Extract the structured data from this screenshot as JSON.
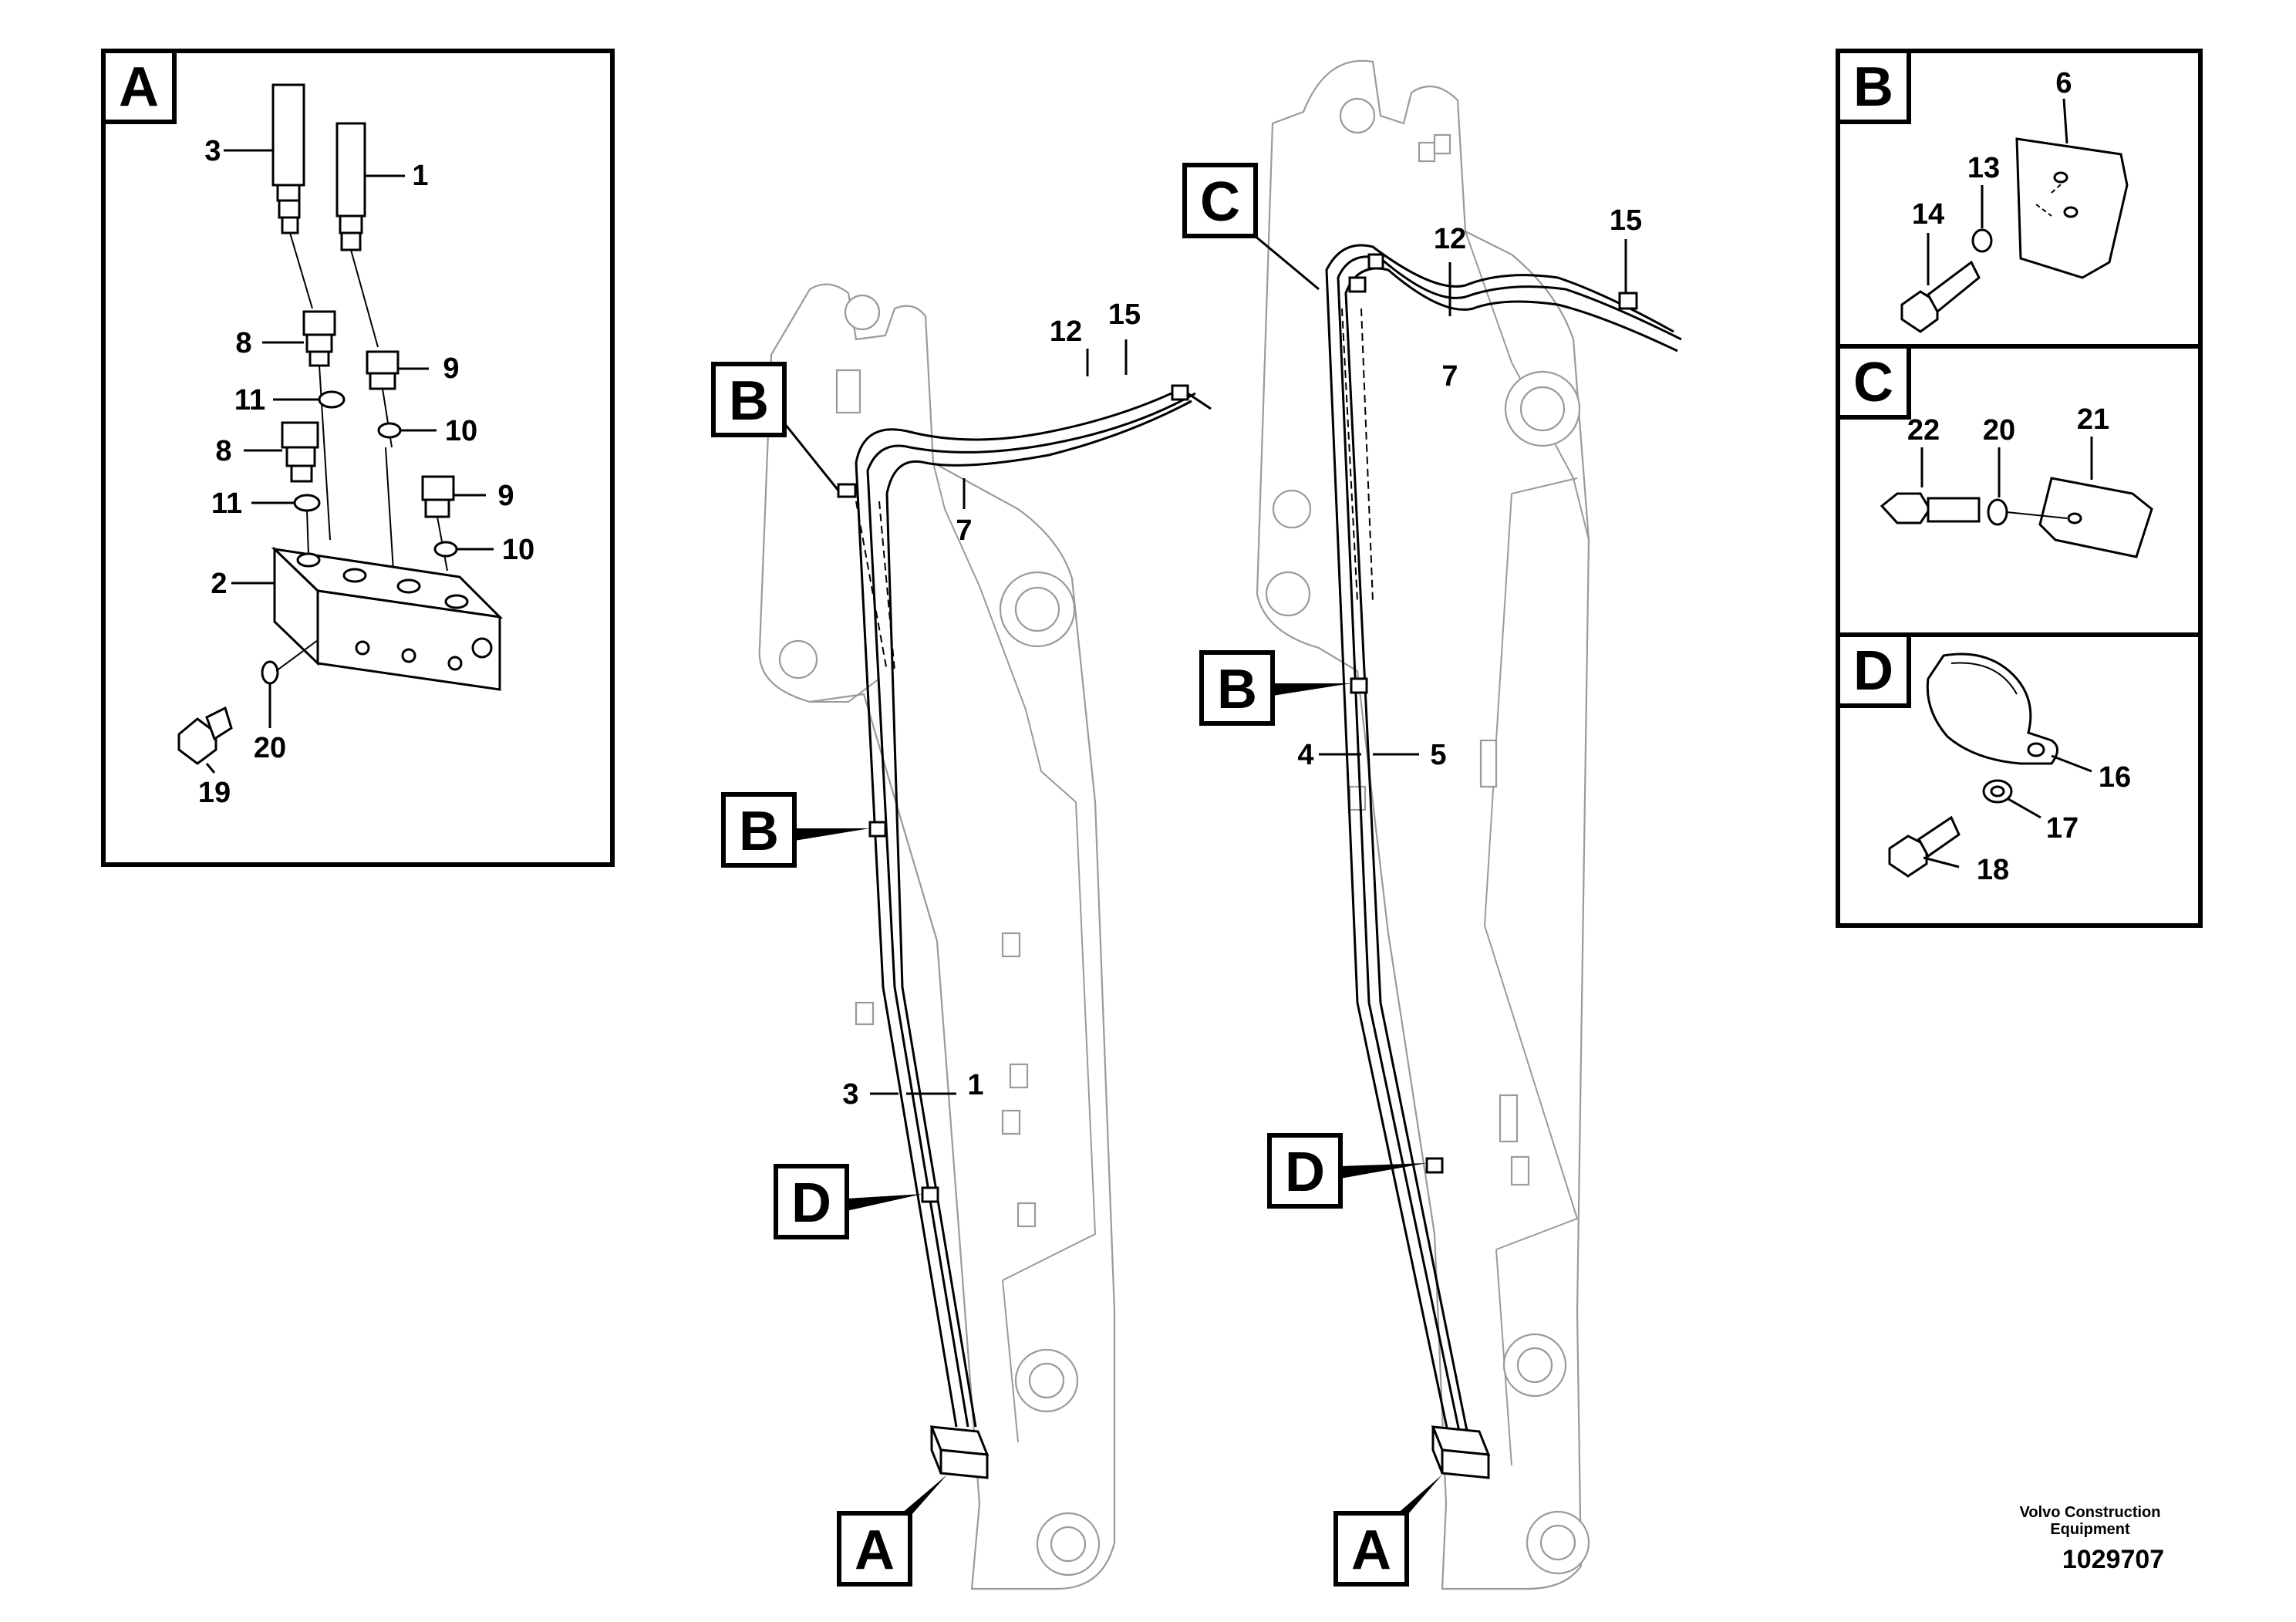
{
  "callouts": {
    "A": "A",
    "B": "B",
    "C": "C",
    "D": "D"
  },
  "panel_A": {
    "title": "A",
    "labels": {
      "p3": "3",
      "p1": "1",
      "p8a": "8",
      "p9a": "9",
      "p11a": "11",
      "p10a": "10",
      "p8b": "8",
      "p11b": "11",
      "p9b": "9",
      "p10b": "10",
      "p2": "2",
      "p20": "20",
      "p19": "19"
    }
  },
  "panel_B": {
    "title": "B",
    "labels": {
      "p6": "6",
      "p13": "13",
      "p14": "14"
    }
  },
  "panel_C": {
    "title": "C",
    "labels": {
      "p22": "22",
      "p20": "20",
      "p21": "21"
    }
  },
  "panel_D": {
    "title": "D",
    "labels": {
      "p16": "16",
      "p17": "17",
      "p18": "18"
    }
  },
  "boom_left": {
    "labels": {
      "p12": "12",
      "p15": "15",
      "p7": "7",
      "p3": "3",
      "p1": "1"
    }
  },
  "boom_right": {
    "labels": {
      "p12": "12",
      "p15": "15",
      "p7": "7",
      "p4": "4",
      "p5": "5"
    }
  },
  "footer": {
    "company_line1": "Volvo Construction",
    "company_line2": "Equipment",
    "reference": "1029707"
  }
}
